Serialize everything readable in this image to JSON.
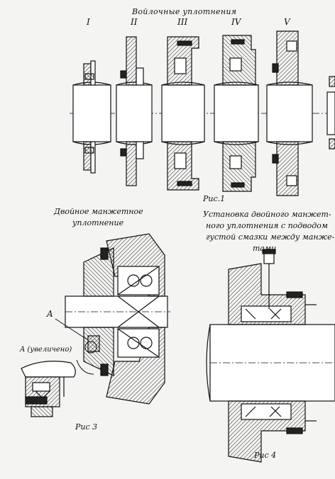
{
  "title_top": "Войлочные уплотнения",
  "roman": [
    "I",
    "II",
    "III",
    "IV",
    "V"
  ],
  "fig1_caption": "Рис.1",
  "fig3_title": [
    "Двойное манжетное",
    "уплотнение"
  ],
  "fig4_title": [
    "Установка двойного манжет-",
    "ного уплотнения с подводом",
    "густой смазки между манже-",
    "тами"
  ],
  "label_a": "A",
  "label_a_detail": "A (увеличено)",
  "fig3_caption": "Рис 3",
  "fig4_caption": "Рис 4"
}
